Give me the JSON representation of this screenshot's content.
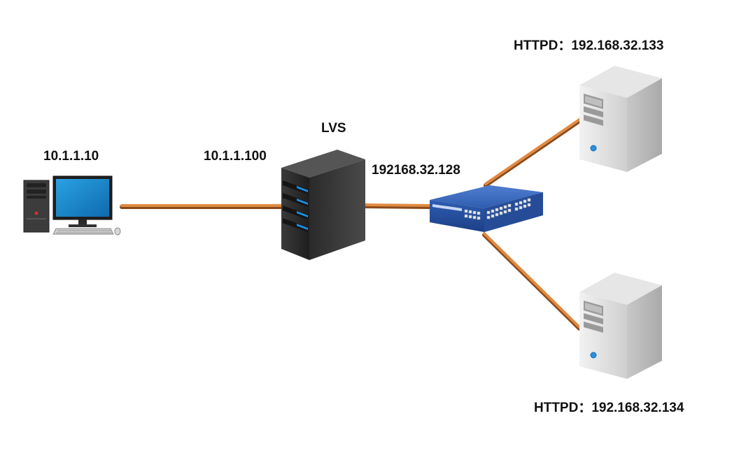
{
  "diagram": {
    "colors": {
      "link": "#e0883f",
      "link_shadow": "#8a4a1a"
    },
    "nodes": {
      "client": {
        "label": "10.1.1.10",
        "icon": "desktop-pc-icon"
      },
      "lvs": {
        "label": "LVS",
        "vip_label": "10.1.1.100",
        "dip_label": "192168.32.128",
        "icon": "rack-server-icon"
      },
      "switch": {
        "icon": "network-switch-icon"
      },
      "web1": {
        "label": "HTTPD：192.168.32.133",
        "icon": "tower-server-icon"
      },
      "web2": {
        "label": "HTTPD：192.168.32.134",
        "icon": "tower-server-icon"
      }
    }
  }
}
